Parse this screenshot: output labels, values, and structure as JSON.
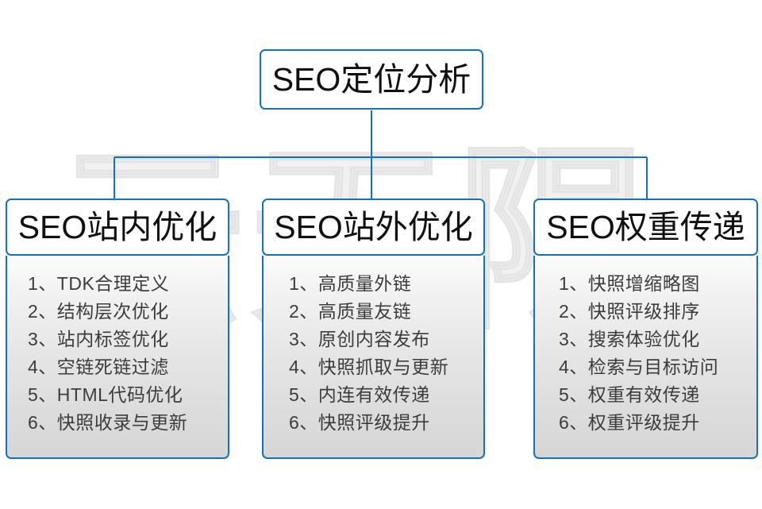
{
  "diagram": {
    "root": {
      "label": "SEO定位分析"
    },
    "columns": [
      {
        "header": "SEO站内优化",
        "items": [
          "1、TDK合理定义",
          "2、结构层次优化",
          "3、站内标签优化",
          "4、空链死链过滤",
          "5、HTML代码优化",
          "6、快照收录与更新"
        ]
      },
      {
        "header": "SEO站外优化",
        "items": [
          "1、高质量外链",
          "2、高质量友链",
          "3、原创内容发布",
          "4、快照抓取与更新",
          "5、内连有效传递",
          "6、快照评级提升"
        ]
      },
      {
        "header": "SEO权重传递",
        "items": [
          "1、快照增缩略图",
          "2、快照评级排序",
          "3、搜索体验优化",
          "4、检索与目标访问",
          "5、权重有效传递",
          "6、权重评级提升"
        ]
      }
    ]
  },
  "watermark": {
    "text": "云无限"
  },
  "colors": {
    "border_blue": "#1273bd",
    "connector_blue": "#1273bd",
    "title_text": "#101010",
    "item_text": "#3c3c3c",
    "watermark_gray": "#e4e4e4",
    "background": "#ffffff"
  }
}
